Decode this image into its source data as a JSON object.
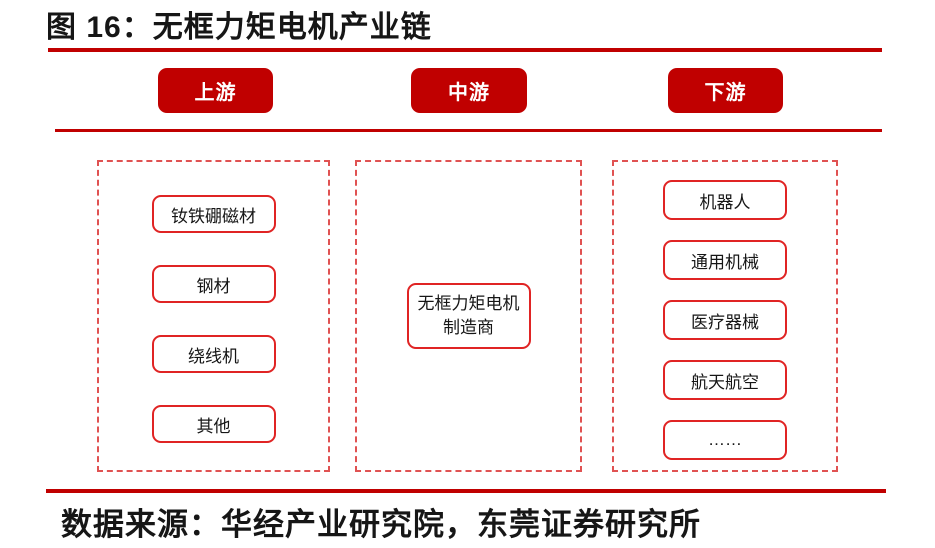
{
  "figure": {
    "title": "图 16：无框力矩电机产业链",
    "source": "数据来源：华经产业研究院，东莞证券研究所"
  },
  "colors": {
    "accent_red": "#c00000",
    "item_border_red": "#e02424",
    "dashed_border_red": "#e05252",
    "text_black": "#161616",
    "background": "#ffffff"
  },
  "stages": [
    {
      "label": "上游",
      "items": [
        "钕铁硼磁材",
        "钢材",
        "绕线机",
        "其他"
      ]
    },
    {
      "label": "中游",
      "items": [
        "无框力矩电机制造商"
      ],
      "display_lines": [
        "无框力矩电机",
        "制造商"
      ]
    },
    {
      "label": "下游",
      "items": [
        "机器人",
        "通用机械",
        "医疗器械",
        "航天航空",
        "……"
      ]
    }
  ]
}
